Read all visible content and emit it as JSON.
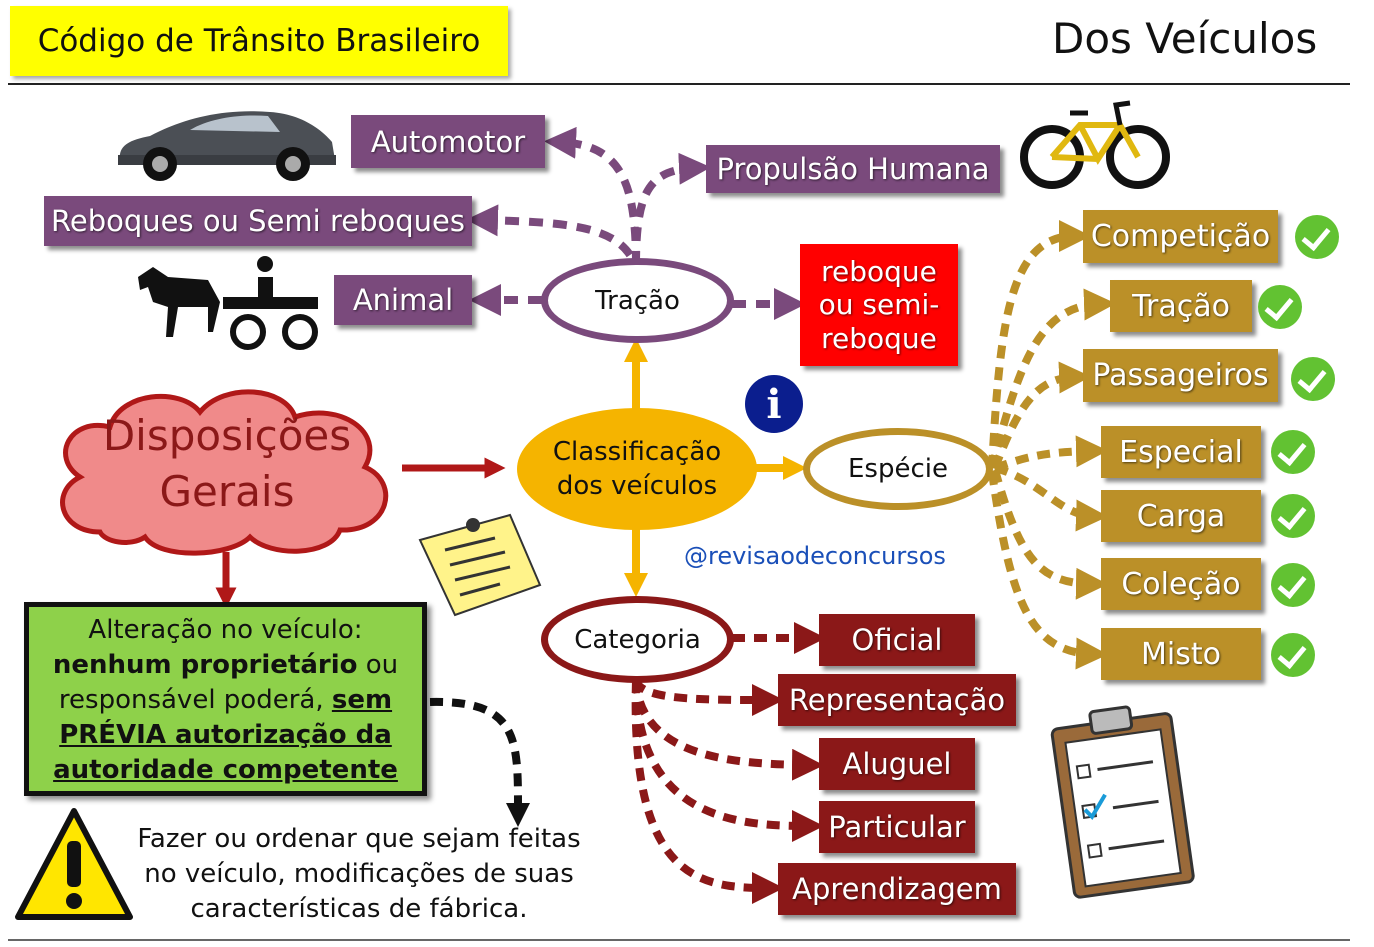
{
  "header": {
    "left_title": "Código de Trânsito Brasileiro",
    "right_title": "Dos Veículos"
  },
  "center": {
    "label": "Classificação dos veículos"
  },
  "cloud": {
    "label": "Disposições Gerais"
  },
  "tracao": {
    "label": "Tração",
    "items": [
      "Automotor",
      "Propulsão Humana",
      "Reboques ou Semi reboques",
      "Animal"
    ],
    "highlight": "reboque ou semi-reboque"
  },
  "especie": {
    "label": "Espécie",
    "items": [
      "Competição",
      "Tração",
      "Passageiros",
      "Especial",
      "Carga",
      "Coleção",
      "Misto"
    ]
  },
  "categoria": {
    "label": "Categoria",
    "items": [
      "Oficial",
      "Representação",
      "Aluguel",
      "Particular",
      "Aprendizagem"
    ]
  },
  "watermark": "@revisaodeconcursos",
  "green_box": {
    "line1": "Alteração no veículo:",
    "line2_bold": "nenhum proprietário",
    "line2_rest": " ou",
    "line3": "responsável poderá, ",
    "line3_bold": "sem",
    "line4": "PRÉVIA autorização da",
    "line5": "autoridade competente"
  },
  "warning_text": {
    "line1": "Fazer ou ordenar que sejam feitas",
    "line2": "no veículo, modificações de suas",
    "line3": "características de fábrica."
  },
  "colors": {
    "purple": "#7a4a7c",
    "gold": "#bb9028",
    "wine": "#8b1818",
    "center_yellow": "#f5b400",
    "red": "#ff0000",
    "green": "#8ed14a",
    "cloud": "#f08a8a"
  }
}
